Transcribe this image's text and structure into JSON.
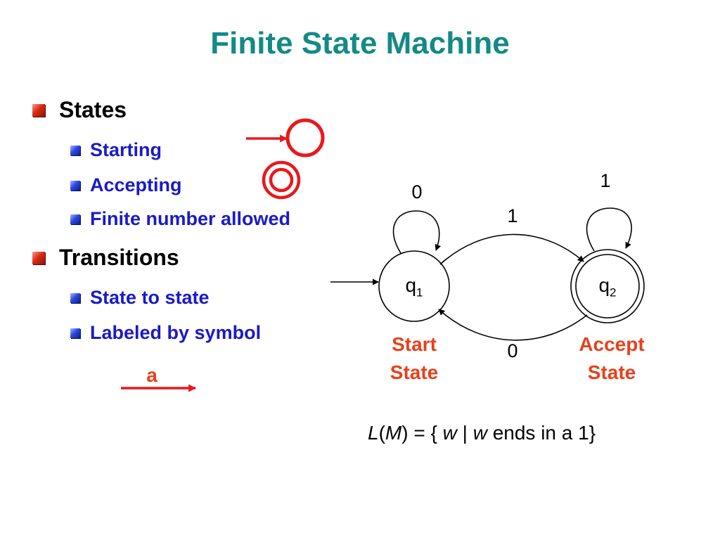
{
  "title": "Finite State Machine",
  "bullets": {
    "states": {
      "label": "States",
      "items": [
        "Starting",
        "Accepting",
        "Finite number allowed"
      ]
    },
    "transitions": {
      "label": "Transitions",
      "items": [
        "State to state",
        "Labeled by symbol"
      ]
    }
  },
  "example_symbol": "a",
  "diagram": {
    "states": [
      {
        "name": "q",
        "sub": "1",
        "caption_line1": "Start",
        "caption_line2": "State"
      },
      {
        "name": "q",
        "sub": "2",
        "caption_line1": "Accept",
        "caption_line2": "State"
      }
    ],
    "transitions": {
      "q1_self": "0",
      "q1_to_q2": "1",
      "q2_self": "1",
      "q2_to_q1": "0"
    }
  },
  "language": {
    "L": "L",
    "M": "M",
    "w1": "w",
    "w2": "w",
    "rest": "ends in a 1}"
  },
  "colors": {
    "title": "#138a86",
    "level1_text": "#000000",
    "level2_text": "#1a1ac8",
    "caption": "#e8401c",
    "red_shapes": "#e8181c"
  }
}
